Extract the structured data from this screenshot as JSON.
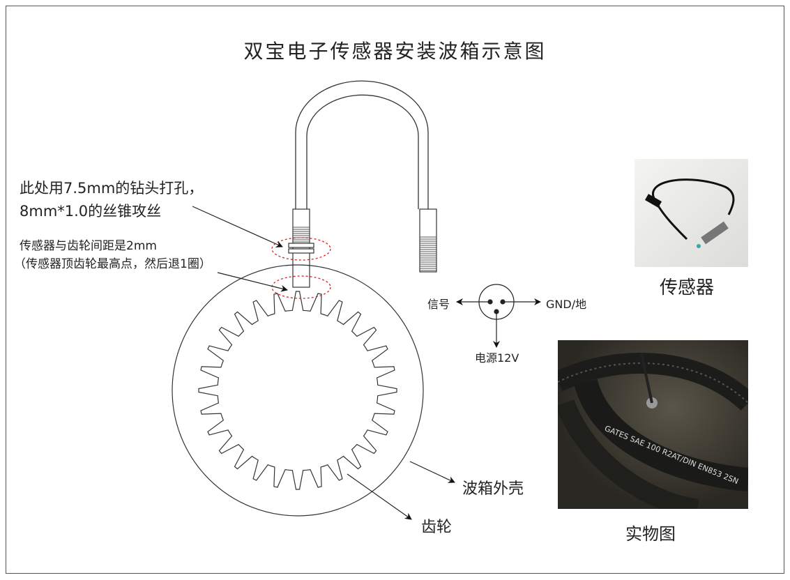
{
  "title": "双宝电子传感器安装波箱示意图",
  "notes": {
    "drill_line1": "此处用7.5mm的钻头打孔，",
    "drill_line2": "8mm*1.0的丝锥攻丝",
    "gap_line1": "传感器与齿轮间距是2mm",
    "gap_line2": "（传感器顶齿轮最高点，然后退1圈）"
  },
  "pinout": {
    "signal": "信号",
    "ground": "GND/地",
    "power": "电源12V"
  },
  "labels": {
    "housing": "波箱外壳",
    "gear": "齿轮",
    "sensor_photo": "传感器",
    "real_photo": "实物图"
  },
  "photo_text": "GATES SAE 100 R2AT/DIN EN853 2SN",
  "colors": {
    "line": "#222222",
    "dashed": "#e02020"
  }
}
